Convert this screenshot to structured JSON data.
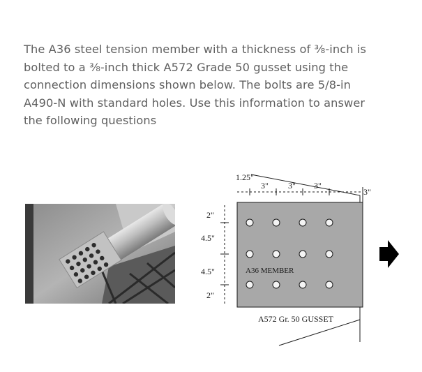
{
  "description": {
    "lines": [
      "The A36 steel tension member with a thickness of ⅜-inch is",
      "bolted to a ⅜-inch thick A572 Grade 50 gusset using the",
      "connection dimensions shown below. The bolts are 5/8-in",
      "A490-N with standard holes. Use this information to answer",
      "the following questions"
    ]
  },
  "diagram": {
    "dim_edge_top": "1.25\"",
    "dim_spacing_1": "3\"",
    "dim_spacing_2": "3\"",
    "dim_spacing_3": "3\"",
    "dim_right": "3\"",
    "dim_edge_left_top": "2\"",
    "dim_gage_1": "4.5\"",
    "dim_gage_2": "4.5\"",
    "dim_edge_left_bottom": "2\"",
    "member_label": "A36 MEMBER",
    "gusset_label": "A572 Gr. 50 GUSSET",
    "colors": {
      "plate": "#a8a8a8",
      "arrow": "#000000"
    }
  },
  "photo": {
    "icon": "bolted-connection-photo"
  }
}
